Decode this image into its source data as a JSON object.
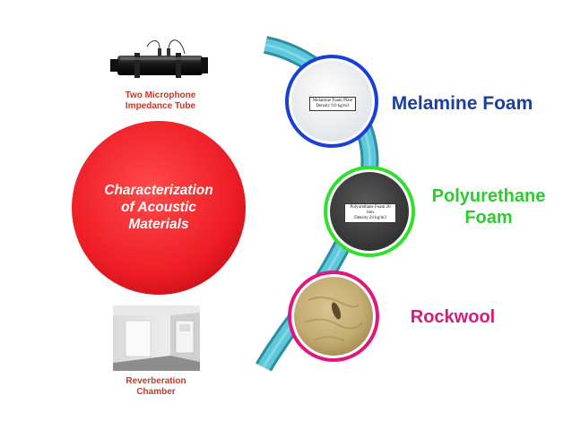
{
  "center": {
    "line1": "Characterization",
    "line2": "of Acoustic",
    "line3": "Materials",
    "color": "#ee1c25"
  },
  "impedance_tube": {
    "line1": "Two Microphone",
    "line2": "Impedance Tube"
  },
  "chamber": {
    "line1": "Reverberation",
    "line2": "Chamber"
  },
  "materials": [
    {
      "label_lines": [
        "Melamine Foam"
      ],
      "label_color": "#1b3f9c",
      "ring_color": "#1a3fd6",
      "tag_lines": [
        "Melamine Foam Plate",
        "Density 9.0 kg/m3"
      ]
    },
    {
      "label_lines": [
        "Polyurethane",
        "Foam"
      ],
      "label_color": "#2dcc2d",
      "ring_color": "#31e02f",
      "tag_lines": [
        "Polyurethane Foam 20 mm",
        "Density 24 kg/m3"
      ]
    },
    {
      "label_lines": [
        "Rockwool"
      ],
      "label_color": "#d81b7a",
      "ring_color": "#e0187e",
      "tag_lines": []
    }
  ],
  "arc_color": "#49b8cc"
}
